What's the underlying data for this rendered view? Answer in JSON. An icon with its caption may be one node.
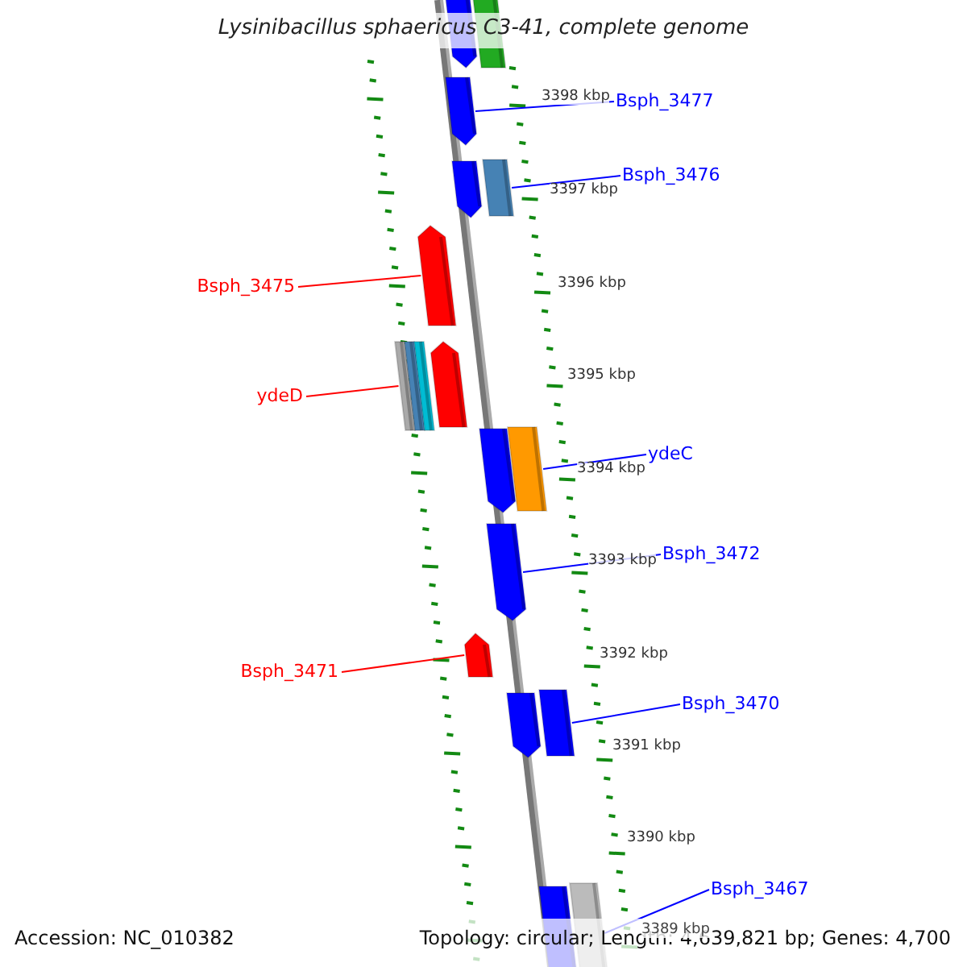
{
  "diagram": {
    "title": "Lysinibacillus sphaericus C3-41, complete genome",
    "nodes": [
      {
        "text": [
          "Bsph_3477"
        ]
      },
      {
        "text": [
          "Bsph_3476"
        ]
      },
      {
        "text": [
          "Bsph_3475"
        ]
      },
      {
        "text": [
          "ydeD"
        ]
      },
      {
        "text": [
          "ydeC"
        ]
      },
      {
        "text": [
          "Bsph_3472"
        ]
      },
      {
        "text": [
          "Bsph_3471"
        ]
      },
      {
        "text": [
          "Bsph_3470"
        ]
      },
      {
        "text": [
          "Bsph_3467"
        ]
      },
      {
        "text": [],
        "shape": "bar"
      },
      {
        "text": [],
        "shape": "bar"
      },
      {
        "text": [],
        "shape": "bar"
      },
      {
        "text": [],
        "shape": "bar"
      },
      {
        "text": [],
        "shape": "bar"
      },
      {
        "text": [],
        "shape": "bar"
      },
      {
        "text": [],
        "shape": "bar"
      },
      {
        "text": [],
        "shape": "bar"
      },
      {
        "text": [],
        "shape": "bar"
      },
      {
        "text": [],
        "shape": "bar"
      },
      {
        "text": [],
        "shape": "bar"
      },
      {
        "text": [],
        "shape": "bar"
      },
      {
        "text": [],
        "shape": "bar"
      },
      {
        "text": [],
        "shape": "bar"
      },
      {
        "text": [],
        "shape": "bar"
      },
      {
        "text": [],
        "shape": "bar"
      }
    ],
    "edges": [
      {
        "from": 0,
        "to": 11,
        "arrow": "none"
      },
      {
        "from": 1,
        "to": 13,
        "arrow": "none"
      },
      {
        "from": 2,
        "to": 14,
        "arrow": "none",
        "color": "#ff0000"
      },
      {
        "from": 3,
        "to": 15,
        "arrow": "none",
        "color": "#ff0000"
      },
      {
        "from": 4,
        "to": 18,
        "arrow": "none"
      },
      {
        "from": 5,
        "to": 19,
        "arrow": "none"
      },
      {
        "from": 6,
        "to": 20,
        "arrow": "none",
        "color": "#ff0000"
      },
      {
        "from": 7,
        "to": 22,
        "arrow": "none"
      },
      {
        "from": 8,
        "to": 24,
        "arrow": "none"
      }
    ],
    "labels": [
      "3398 kbp",
      "3397 kbp",
      "3396 kbp",
      "3395 kbp",
      "3394 kbp",
      "3393 kbp",
      "3392 kbp",
      "3391 kbp",
      "3390 kbp",
      "3389 kbp",
      "Accession: NC_010382",
      "Topology: circular; Length: 4,639,821 bp; Genes: 4,700"
    ]
  }
}
